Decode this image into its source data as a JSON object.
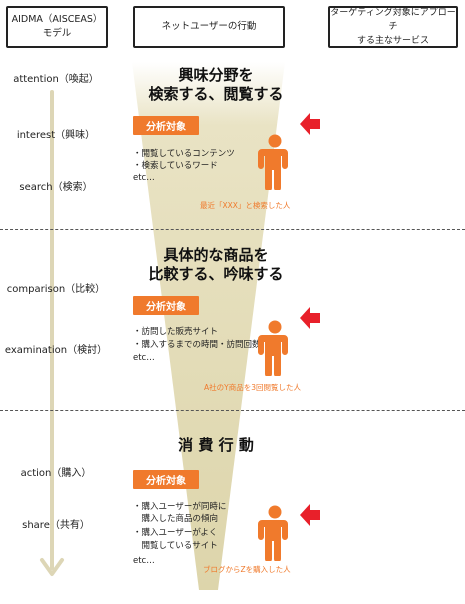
{
  "headers": {
    "model_line1": "AIDMA（AISCEAS）",
    "model_line2": "モデル",
    "behavior": "ネットユーザーの行動",
    "services_line1": "ターゲティング対象にアプローチ",
    "services_line2": "する主なサービス"
  },
  "stages": {
    "attention": "attention（喚起）",
    "interest": "interest（興味）",
    "search": "search（検索）",
    "comparison": "comparison（比較）",
    "examination": "examination（検討）",
    "action": "action（購入）",
    "share": "share（共有）"
  },
  "sections": [
    {
      "title_line1": "興味分野を",
      "title_line2": "検索する、閲覧する",
      "badge": "分析対象",
      "items": [
        "・閲覧しているコンテンツ",
        "・検索しているワード",
        "etc…"
      ],
      "caption": "最近「XXX」と検索した人"
    },
    {
      "title_line1": "具体的な商品を",
      "title_line2": "比較する、吟味する",
      "badge": "分析対象",
      "items": [
        "・訪問した販売サイト",
        "・購入するまでの時間・訪問回数",
        "etc…"
      ],
      "caption": "A社のY商品を3回閲覧した人"
    },
    {
      "title_line1": "消 費 行 動",
      "badge": "分析対象",
      "items": [
        "・購入ユーザーが同時に",
        "　購入した商品の傾向",
        "・購入ユーザーがよく",
        "　閲覧しているサイト",
        "etc…"
      ],
      "caption": "ブログからZを購入した人"
    }
  ],
  "colors": {
    "accent": "#f07a2c",
    "arrow_red": "#e8202a",
    "funnel": "#e9e3c4",
    "timeline": "#ddd6b6"
  },
  "icons": {
    "person": "person-icon",
    "arrow": "arrow-left-icon"
  }
}
